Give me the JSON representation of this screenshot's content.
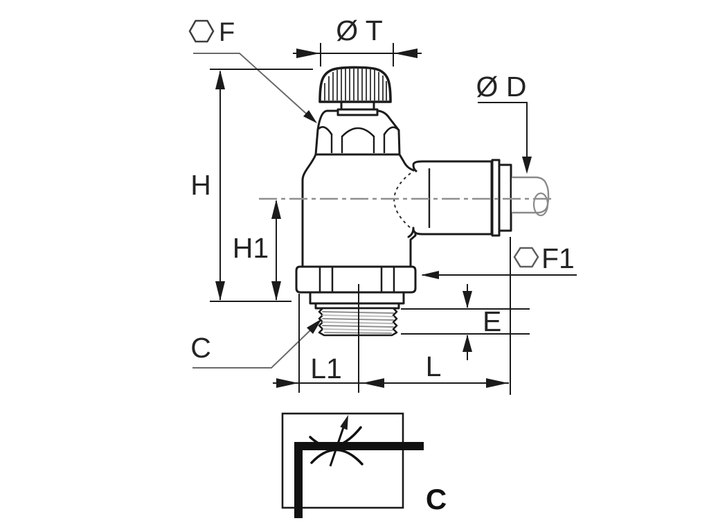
{
  "labels": {
    "f": "F",
    "diameter_t": "Ø T",
    "diameter_d": "Ø D",
    "h": "H",
    "h1": "H1",
    "f1": "F1",
    "e": "E",
    "c": "C",
    "l1": "L1",
    "l": "L"
  },
  "symbol": {
    "label": "C"
  },
  "colors": {
    "line": "#1b1b1b",
    "text": "#242424",
    "leader": "#6a6a6a",
    "centerline": "#8f8f8f",
    "tube": "#8a8a8a",
    "background": "#ffffff"
  }
}
